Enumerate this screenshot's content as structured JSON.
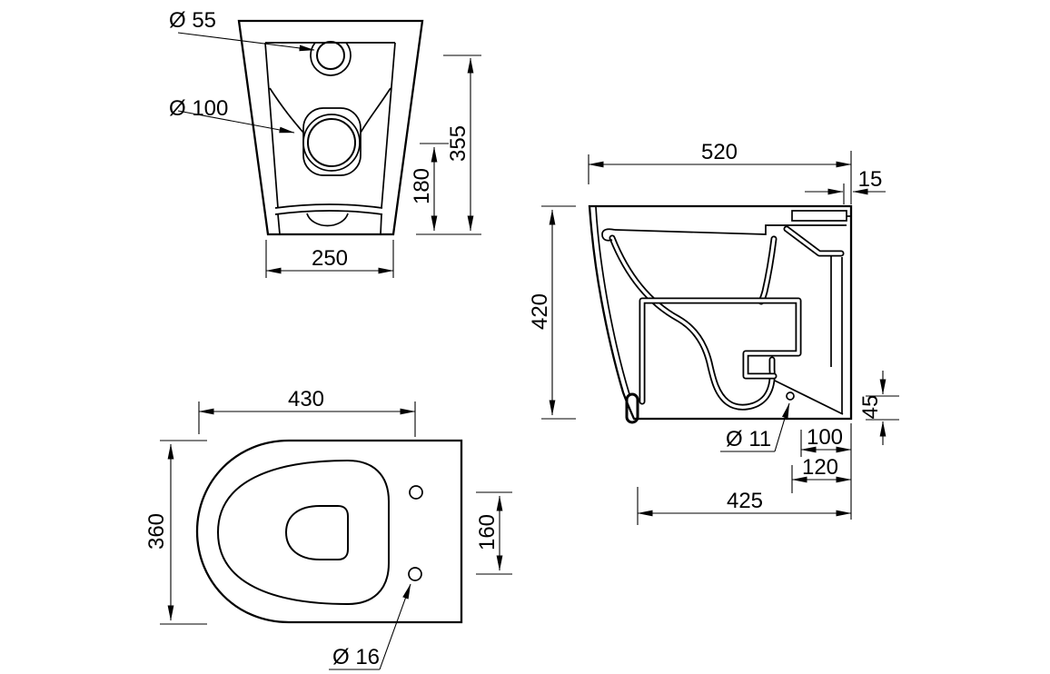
{
  "drawing": {
    "background_color": "#ffffff",
    "line_color": "#000000",
    "views": {
      "rear": {
        "spigot_diameter": "Ø 55",
        "outlet_diameter": "Ø 100",
        "spigot_height": "355",
        "outlet_height": "180",
        "base_width": "250"
      },
      "side": {
        "depth": "520",
        "back_offset": "15",
        "height": "420",
        "side_hole_diameter": "Ø 11",
        "side_hole_height": "45",
        "outlet_to_wall": "100",
        "hole_to_wall": "120",
        "front_to_wall": "425"
      },
      "plan": {
        "length_to_holes": "430",
        "width": "360",
        "fixing_hole_spacing": "160",
        "fixing_hole_diameter": "Ø 16"
      }
    }
  }
}
